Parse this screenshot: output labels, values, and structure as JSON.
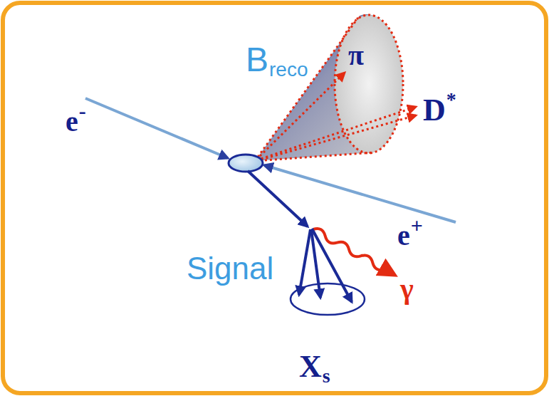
{
  "diagram": {
    "labels": [
      "B",
      "reco",
      "π",
      "D",
      "*",
      "e",
      "-",
      "e",
      "+",
      "Signal",
      "γ",
      "X",
      "s"
    ]
  }
}
